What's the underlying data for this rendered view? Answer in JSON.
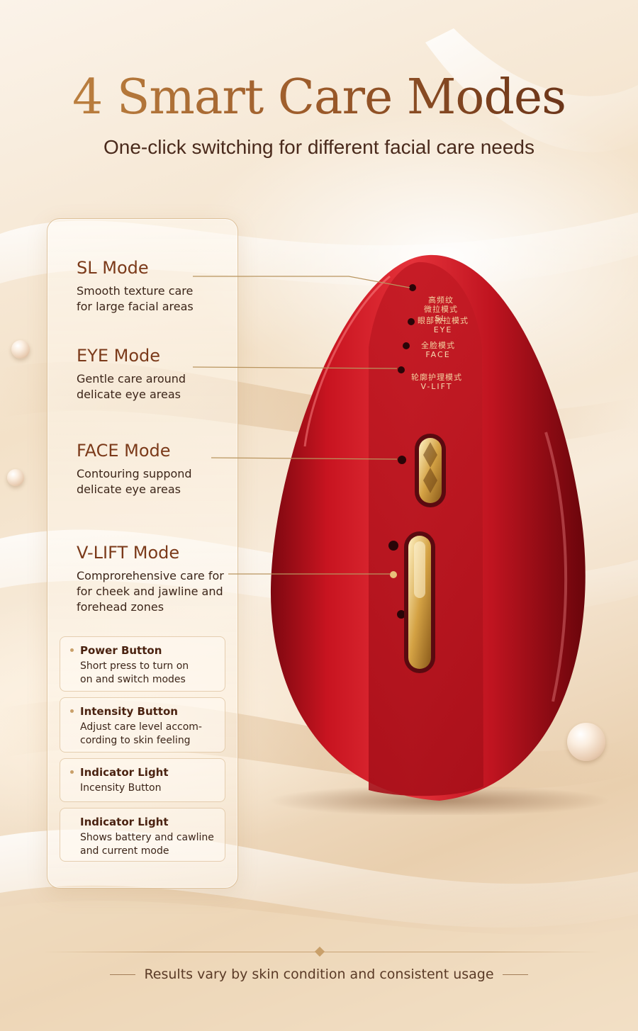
{
  "header": {
    "title": "4 Smart Care Modes",
    "subtitle": "One-click switching for different facial care needs"
  },
  "modes": [
    {
      "title": "SL Mode",
      "desc": "Smooth texture care\nfor large facial areas"
    },
    {
      "title": "EYE Mode",
      "desc": "Gentle care around\ndelicate eye areas"
    },
    {
      "title": "FACE Mode",
      "desc": "Contouring suppond\ndelicate eye areas"
    },
    {
      "title": "V-LIFT Mode",
      "desc": "Comprorehensive care for\nfor cheek and jawline and\nforehead zones"
    }
  ],
  "cards": [
    {
      "title": "Power Button",
      "desc": "Short press to turn on\non and switch modes"
    },
    {
      "title": "Intensity Button",
      "desc": "Adjust care level accom-\ncording to skin feeling"
    },
    {
      "title": "Indicator Light",
      "desc": "Incensity Button"
    },
    {
      "title": "Indicator Light",
      "desc": "Shows battery and cawline\nand current mode"
    }
  ],
  "device_labels": [
    {
      "cn": "高频纹\n微拉模式",
      "en": "SL"
    },
    {
      "cn": "眼部微拉模式",
      "en": "EYE"
    },
    {
      "cn": "全脸模式",
      "en": "FACE"
    },
    {
      "cn": "轮廓护理模式",
      "en": "V-LIFT"
    }
  ],
  "footer": {
    "text": "Results vary by skin condition and consistent usage"
  },
  "colors": {
    "accent_gold": "#c9a06a",
    "device_red": "#c81420",
    "title_brown": "#7b3a1a"
  }
}
